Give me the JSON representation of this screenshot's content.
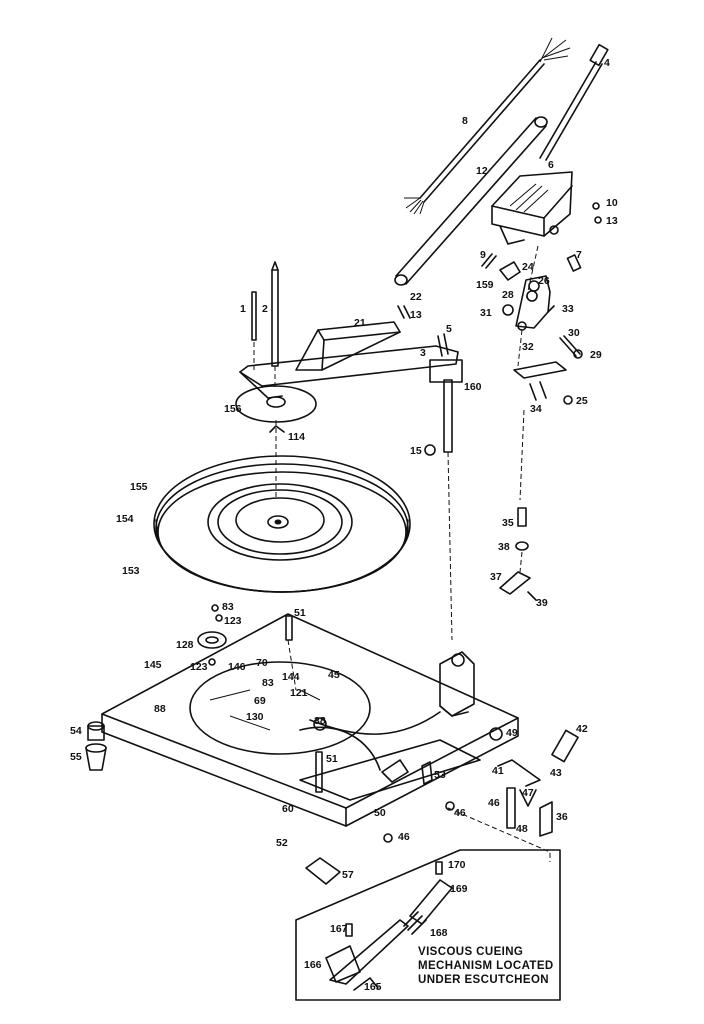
{
  "labels": {
    "l4": "4",
    "l8": "8",
    "l6": "6",
    "l12": "12",
    "l10": "10",
    "l13a": "13",
    "l9": "9",
    "l7": "7",
    "l159": "159",
    "l24": "24",
    "l26": "26",
    "l28": "28",
    "l33": "33",
    "l31": "31",
    "l30": "30",
    "l32": "32",
    "l29": "29",
    "l34": "34",
    "l25": "25",
    "l22": "22",
    "l13b": "13",
    "l1": "1",
    "l2": "2",
    "l21": "21",
    "l5": "5",
    "l3": "3",
    "l160": "160",
    "l156": "156",
    "l114": "114",
    "l15": "15",
    "l155": "155",
    "l154": "154",
    "l153": "153",
    "l35": "35",
    "l38": "38",
    "l37": "37",
    "l39": "39",
    "l83a": "83",
    "l123a": "123",
    "l51a": "51",
    "l128": "128",
    "l145": "145",
    "l123b": "123",
    "l146": "146",
    "l70": "70",
    "l144": "144",
    "l45": "45",
    "l83b": "83",
    "l121": "121",
    "l88": "88",
    "l69": "69",
    "l130": "130",
    "l38b": "38",
    "l54": "54",
    "l55": "55",
    "l49": "49",
    "l42": "42",
    "l51b": "51",
    "l53": "53",
    "l41": "41",
    "l43": "43",
    "l47": "47",
    "l46a": "46",
    "l46b": "46",
    "l60": "60",
    "l50": "50",
    "l48": "48",
    "l36": "36",
    "l46c": "46",
    "l52": "52",
    "l57": "57",
    "l170": "170",
    "l169": "169",
    "l167": "167",
    "l168": "168",
    "l166": "166",
    "l165": "165"
  },
  "note": {
    "line1": "VISCOUS CUEING",
    "line2": "MECHANISM LOCATED",
    "line3": "UNDER ESCUTCHEON"
  }
}
